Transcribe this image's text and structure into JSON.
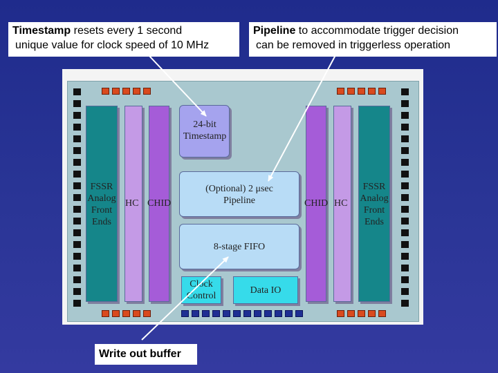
{
  "callouts": {
    "left_bold": "Timestamp",
    "left_rest": " resets every 1 second",
    "left_line2": "unique value for clock speed of 10 MHz",
    "right_bold": "Pipeline",
    "right_rest": "  to accommodate  trigger decision",
    "right_line2": "can be removed in triggerless operation",
    "bottom": "Write out buffer"
  },
  "blocks": {
    "timestamp": "24-bit\nTimestamp",
    "pipeline": "(Optional) 2 μsec\nPipeline",
    "fifo": "8-stage FIFO",
    "clock": "Clock\nControl",
    "dataio": "Data IO",
    "fssr_left": "FSSR\nAnalog\nFront\nEnds",
    "fssr_right": "FSSR\nAnalog\nFront\nEnds",
    "hc_left": "HC",
    "chid_left": "CHID",
    "chid_right": "CHID",
    "hc_right": "HC"
  },
  "colors": {
    "background": "#2a3596",
    "chip": "#a9c8cf",
    "teal": "#15868a",
    "lilac": "#c49ae6",
    "violet": "#a55cd8",
    "pipeline": "#b8dcf6",
    "timestamp": "#a5a3ee",
    "cyan": "#36dbea",
    "pad_red": "#d94a1e",
    "pad_blue": "#1f2f93"
  }
}
